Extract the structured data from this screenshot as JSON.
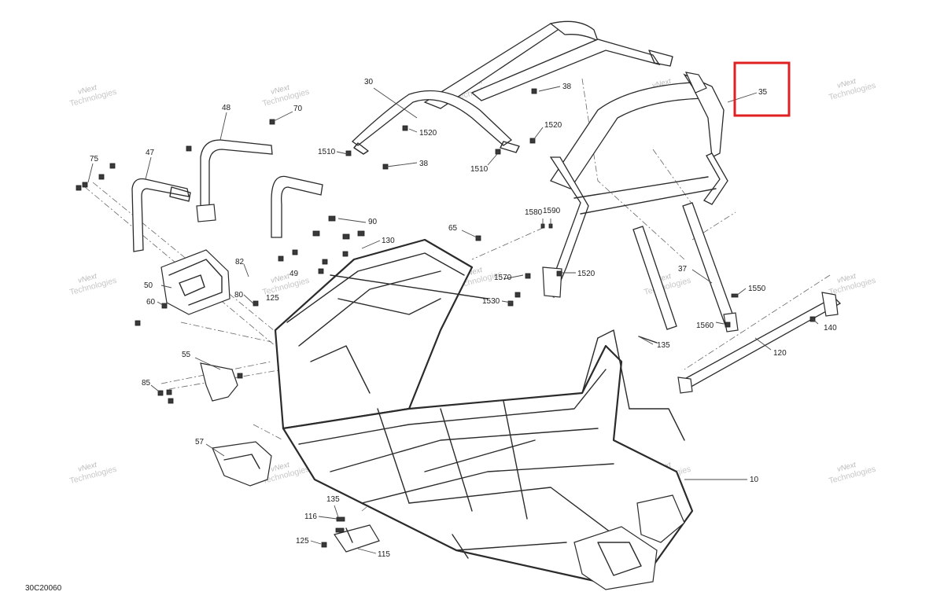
{
  "diagram_code": "30C20060",
  "watermark": {
    "line1": "vNext",
    "line2": "Technologies"
  },
  "callouts": {
    "c10": "10",
    "c30": "30",
    "c35": "35",
    "c37": "37",
    "c38a": "38",
    "c38b": "38",
    "c47": "47",
    "c48": "48",
    "c49": "49",
    "c50": "50",
    "c55": "55",
    "c57": "57",
    "c60": "60",
    "c65": "65",
    "c70": "70",
    "c75": "75",
    "c80": "80",
    "c82": "82",
    "c85": "85",
    "c90": "90",
    "c115": "115",
    "c116": "116",
    "c120": "120",
    "c125a": "125",
    "c125b": "125",
    "c130": "130",
    "c135a": "135",
    "c135b": "135",
    "c140": "140",
    "c1510a": "1510",
    "c1510b": "1510",
    "c1520a": "1520",
    "c1520b": "1520",
    "c1520c": "1520",
    "c1530": "1530",
    "c1550": "1550",
    "c1560": "1560",
    "c1570": "1570",
    "c1580": "1580",
    "c1590": "1590"
  },
  "highlight": {
    "target": "35",
    "color": "#e02020"
  }
}
